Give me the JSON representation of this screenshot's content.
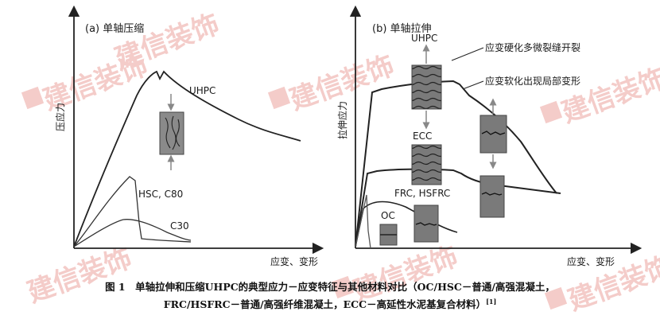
{
  "left_panel": {
    "title": "(a) 单轴压缩",
    "y_label": "压应力",
    "x_label": "应变、变形",
    "curves": [
      "UHPC",
      "HSC, C80",
      "C30"
    ]
  },
  "right_panel": {
    "title": "(b) 单轴拉伸",
    "y_label": "拉伸应力",
    "x_label": "应变、变形",
    "curves": [
      "UHPC",
      "ECC",
      "FRC, HSFRC",
      "OC"
    ],
    "annotations": [
      "应变硬化多微裂缝开裂",
      "应变软化出现局部变形"
    ]
  },
  "caption": {
    "line1": "图 1　单轴拉伸和压缩UHPC的典型应力－应变特征与其他材料对比（OC/HSC－普通/高强混凝土，",
    "line2": "FRC/HSFRC－普通/高强纤维混凝土，ECC－高延性水泥基复合材料）",
    "ref": "[1]"
  },
  "watermark": {
    "text": "建信装饰",
    "color": "#f2c3c0"
  }
}
